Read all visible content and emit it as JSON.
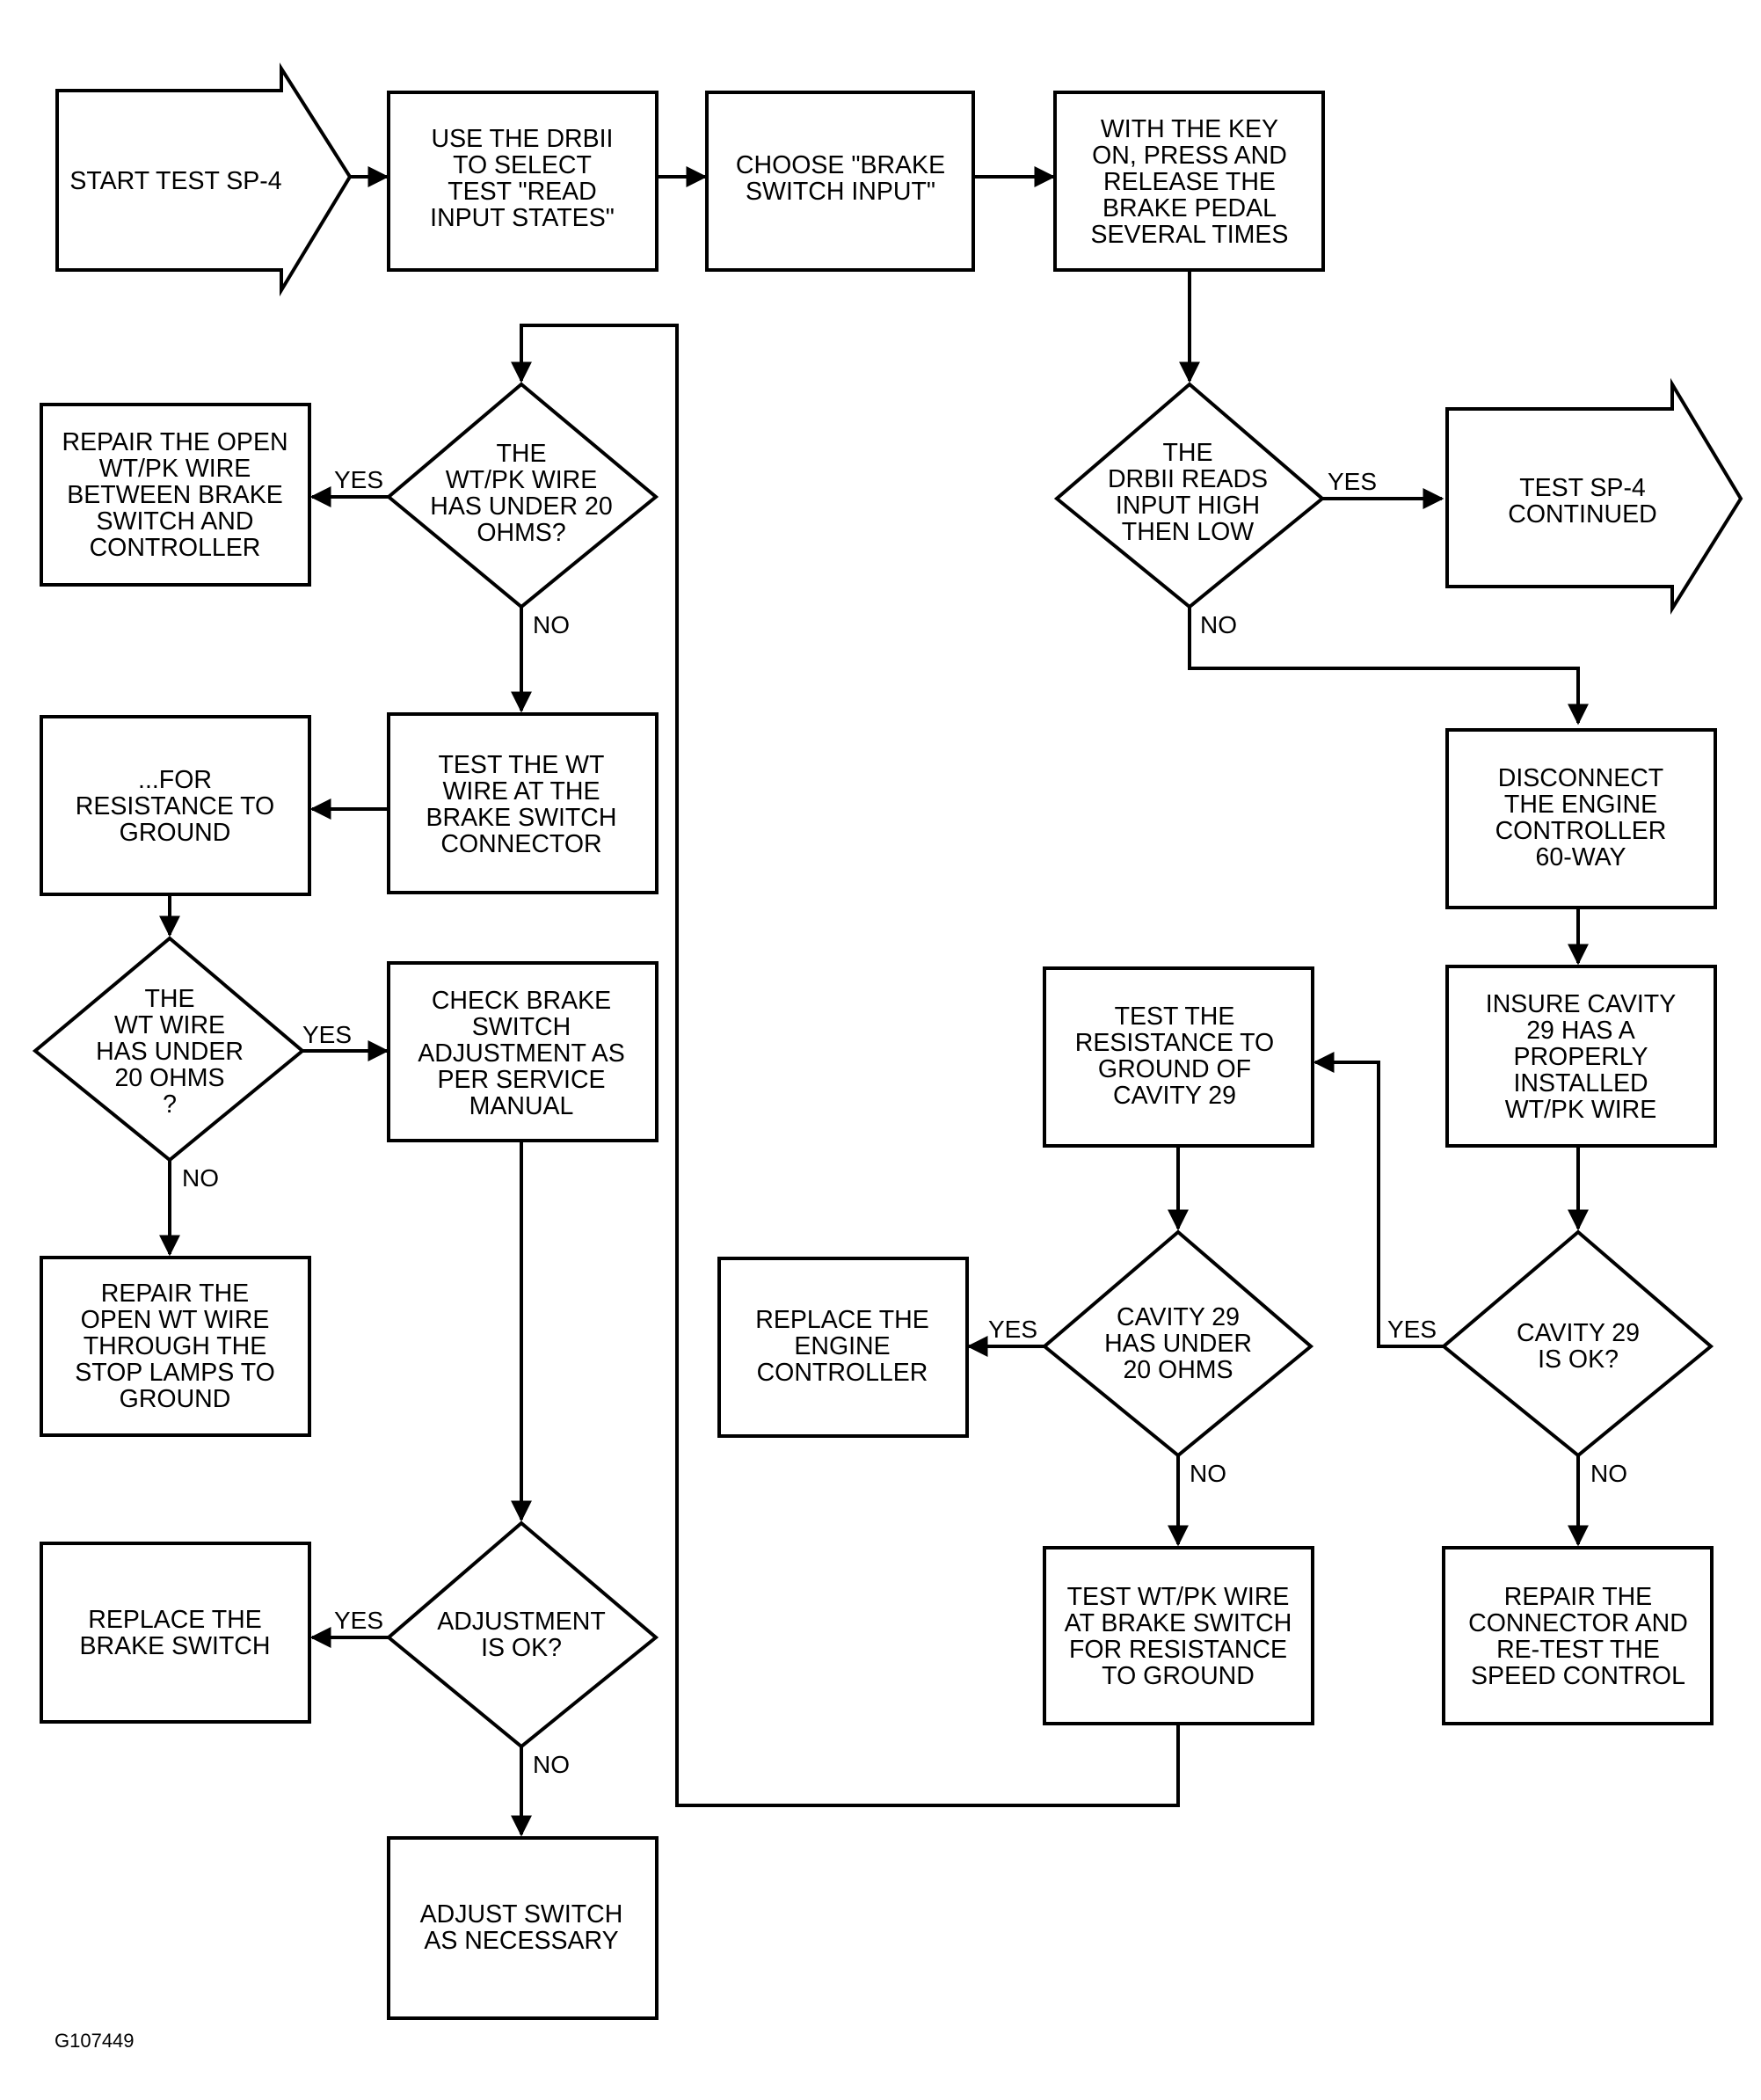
{
  "figure_id": "G107449",
  "nodes": {
    "start": {
      "lines": [
        "START TEST SP-4"
      ]
    },
    "use_drbii": {
      "lines": [
        "USE THE DRBII",
        "TO SELECT",
        "TEST \"READ",
        "INPUT STATES\""
      ]
    },
    "choose_brake": {
      "lines": [
        "CHOOSE \"BRAKE",
        "SWITCH INPUT\""
      ]
    },
    "with_key": {
      "lines": [
        "WITH THE KEY",
        "ON, PRESS AND",
        "RELEASE THE",
        "BRAKE PEDAL",
        "SEVERAL TIMES"
      ]
    },
    "d_drbii_reads": {
      "lines": [
        "THE",
        "DRBII READS",
        "INPUT HIGH",
        "THEN LOW"
      ]
    },
    "continued": {
      "lines": [
        "TEST SP-4",
        "CONTINUED"
      ]
    },
    "d_wtpk_20": {
      "lines": [
        "THE",
        "WT/PK WIRE",
        "HAS UNDER 20",
        "OHMS?"
      ]
    },
    "repair_open_wtpk": {
      "lines": [
        "REPAIR THE OPEN",
        "WT/PK WIRE",
        "BETWEEN BRAKE",
        "SWITCH AND",
        "CONTROLLER"
      ]
    },
    "test_wt_wire": {
      "lines": [
        "TEST THE WT",
        "WIRE AT THE",
        "BRAKE SWITCH",
        "CONNECTOR"
      ]
    },
    "for_resistance": {
      "lines": [
        "...FOR",
        "RESISTANCE TO",
        "GROUND"
      ]
    },
    "d_wt_20": {
      "lines": [
        "THE",
        "WT WIRE",
        "HAS UNDER",
        "20 OHMS",
        "?"
      ]
    },
    "check_adjust": {
      "lines": [
        "CHECK BRAKE",
        "SWITCH",
        "ADJUSTMENT AS",
        "PER SERVICE",
        "MANUAL"
      ]
    },
    "repair_open_wt": {
      "lines": [
        "REPAIR THE",
        "OPEN WT WIRE",
        "THROUGH THE",
        "STOP LAMPS TO",
        "GROUND"
      ]
    },
    "d_adjust_ok": {
      "lines": [
        "ADJUSTMENT",
        "IS OK?"
      ]
    },
    "replace_switch": {
      "lines": [
        "REPLACE THE",
        "BRAKE SWITCH"
      ]
    },
    "adjust_switch": {
      "lines": [
        "ADJUST SWITCH",
        "AS NECESSARY"
      ]
    },
    "disconnect": {
      "lines": [
        "DISCONNECT",
        "THE ENGINE",
        "CONTROLLER",
        "60-WAY"
      ]
    },
    "insure": {
      "lines": [
        "INSURE CAVITY",
        "29 HAS A",
        "PROPERLY",
        "INSTALLED",
        "WT/PK WIRE"
      ]
    },
    "test_cav29": {
      "lines": [
        "TEST THE",
        "RESISTANCE TO",
        "GROUND OF",
        "CAVITY 29"
      ]
    },
    "d_cav29_ok": {
      "lines": [
        "CAVITY 29",
        "IS OK?"
      ]
    },
    "d_cav29_20": {
      "lines": [
        "CAVITY 29",
        "HAS UNDER",
        "20 OHMS"
      ]
    },
    "replace_engine": {
      "lines": [
        "REPLACE THE",
        "ENGINE",
        "CONTROLLER"
      ]
    },
    "test_wtpk_brake": {
      "lines": [
        "TEST WT/PK WIRE",
        "AT BRAKE SWITCH",
        "FOR RESISTANCE",
        "TO GROUND"
      ]
    },
    "repair_connector": {
      "lines": [
        "REPAIR THE",
        "CONNECTOR AND",
        "RE-TEST THE",
        "SPEED CONTROL"
      ]
    }
  },
  "edge_labels": {
    "drbii_yes": "YES",
    "drbii_no": "NO",
    "wtpk_yes": "YES",
    "wtpk_no": "NO",
    "wt_yes": "YES",
    "wt_no": "NO",
    "adjust_yes": "YES",
    "adjust_no": "NO",
    "cav29ok_yes": "YES",
    "cav29ok_no": "NO",
    "cav29_20_yes": "YES",
    "cav29_20_no": "NO"
  }
}
